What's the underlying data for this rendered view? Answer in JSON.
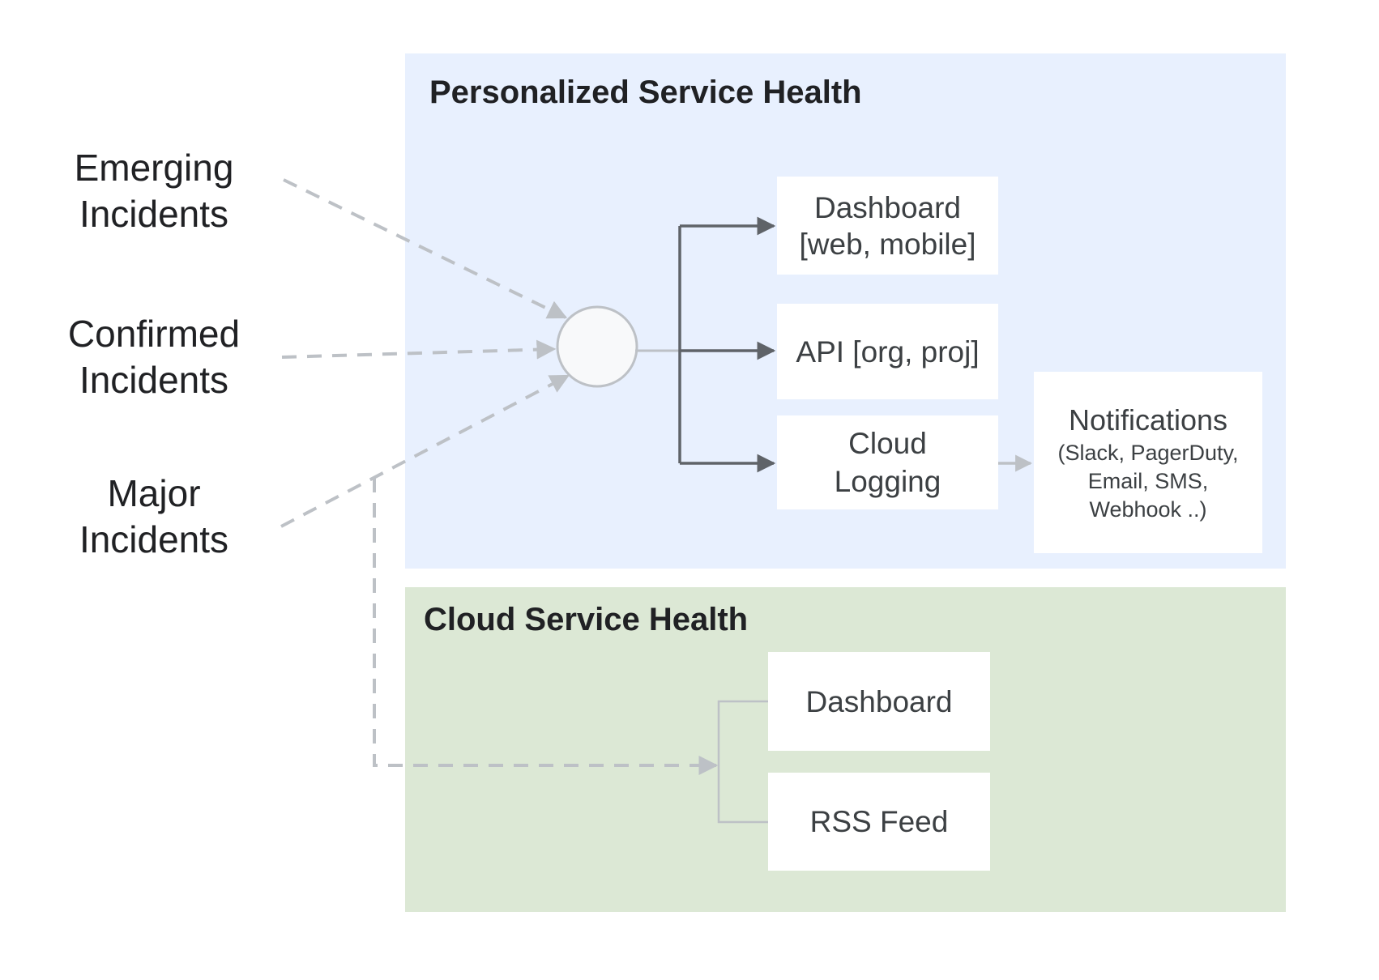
{
  "colors": {
    "personalized_bg": "#E8F0FE",
    "cloud_bg": "#DCE8D5",
    "box_bg": "#FFFFFF",
    "title_text": "#202124",
    "label_text": "#202124",
    "box_text": "#3C4043",
    "dark_arrow": "#5F6368",
    "light_line": "#BDC1C6",
    "circle_fill": "#F8F9FA",
    "circle_stroke": "#BDC1C6"
  },
  "incident_sources": [
    {
      "lines": [
        "Emerging",
        "Incidents"
      ]
    },
    {
      "lines": [
        "Confirmed",
        "Incidents"
      ]
    },
    {
      "lines": [
        "Major",
        "Incidents"
      ]
    }
  ],
  "personalized_section": {
    "title": "Personalized Service Health",
    "dashboard_box": {
      "lines": [
        "Dashboard",
        "[web, mobile]"
      ]
    },
    "api_box": {
      "lines": [
        "API [org, proj]"
      ]
    },
    "cloud_logging_box": {
      "lines": [
        "Cloud",
        "Logging"
      ]
    },
    "notifications_box": {
      "title": "Notifications",
      "sub_lines": [
        "(Slack, PagerDuty,",
        "Email, SMS,",
        "Webhook ..)"
      ]
    }
  },
  "cloud_section": {
    "title": "Cloud Service Health",
    "dashboard_box": {
      "lines": [
        "Dashboard"
      ]
    },
    "rss_box": {
      "lines": [
        "RSS Feed"
      ]
    }
  }
}
